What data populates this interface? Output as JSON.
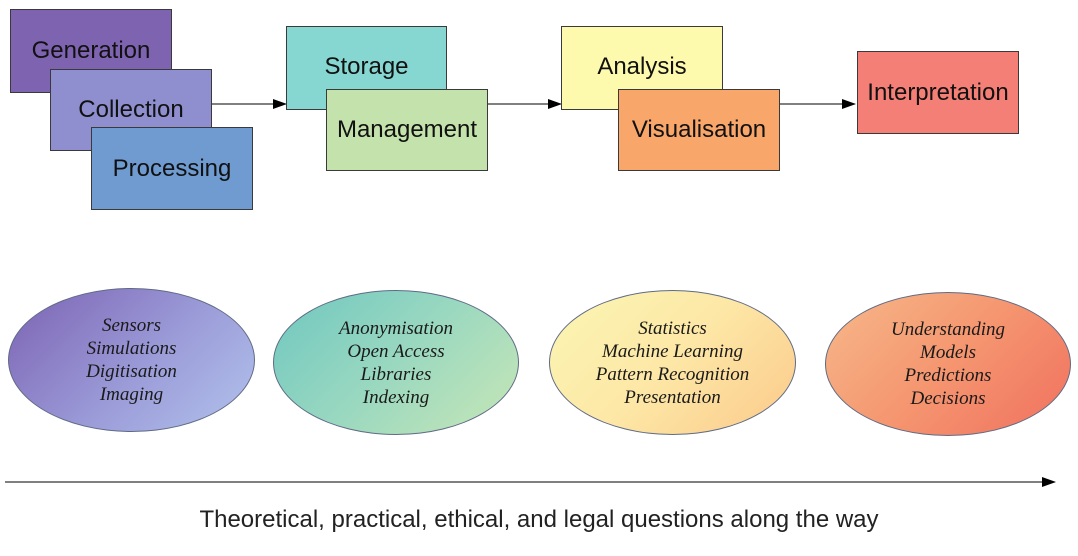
{
  "boxes": {
    "generation": "Generation",
    "collection": "Collection",
    "processing": "Processing",
    "storage": "Storage",
    "management": "Management",
    "analysis": "Analysis",
    "visualisation": "Visualisation",
    "interpretation": "Interpretation"
  },
  "ellipses": [
    {
      "lines": [
        "Sensors",
        "Simulations",
        "Digitisation",
        "Imaging"
      ]
    },
    {
      "lines": [
        "Anonymisation",
        "Open Access",
        "Libraries",
        "Indexing"
      ]
    },
    {
      "lines": [
        "Statistics",
        "Machine Learning",
        "Pattern Recognition",
        "Presentation"
      ]
    },
    {
      "lines": [
        "Understanding",
        "Models",
        "Predictions",
        "Decisions"
      ]
    }
  ],
  "caption": "Theoretical, practical, ethical, and legal questions along the way",
  "colors": {
    "generation": "#7e63b1",
    "collection": "#8f8fd0",
    "processing": "#6f9bd1",
    "storage": "#86d6d1",
    "management": "#c4e2ac",
    "analysis": "#fdfaae",
    "visualisation": "#f8a66a",
    "interpretation": "#f47f76"
  }
}
